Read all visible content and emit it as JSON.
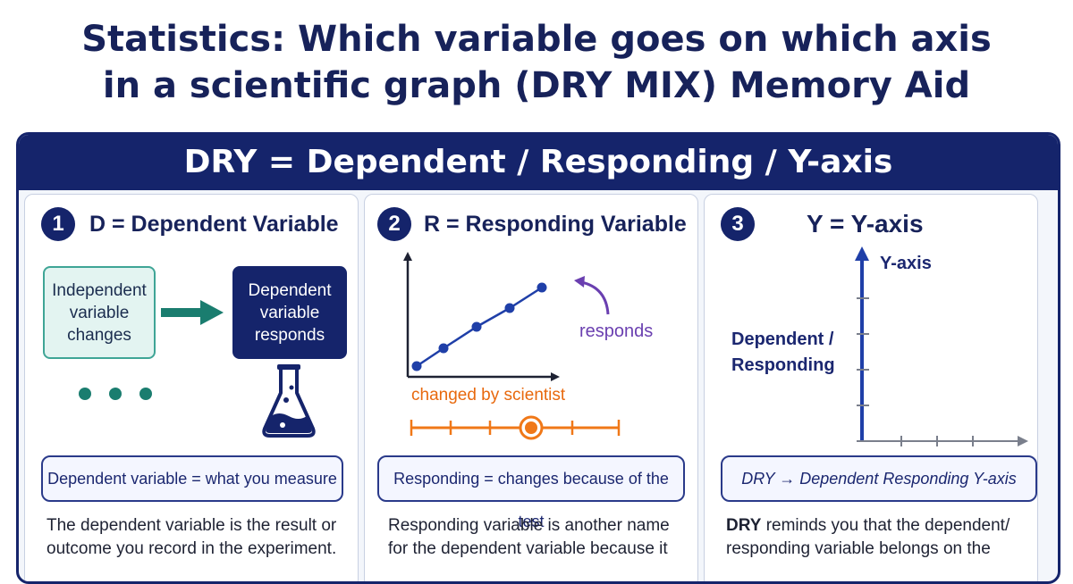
{
  "title": {
    "line1": "Statistics: Which variable goes on which axis",
    "line2": "in a scientific graph (DRY MIX) Memory Aid"
  },
  "banner": "DRY = Dependent / Responding / Y-axis",
  "columns": [
    {
      "number": "1",
      "heading": "D = Dependent Variable",
      "independent_box": "Independent variable changes",
      "dependent_box": "Dependent variable responds",
      "pill": "Dependent variable = what you measure",
      "paragraph": "The dependent variable is the result or outcome you record in the experiment."
    },
    {
      "number": "2",
      "heading": "R = Responding Variable",
      "responds_label": "responds",
      "changed_label": "changed by scientist",
      "pill": "Responding = changes because of the test",
      "paragraph": "Responding variable is another name for the dependent variable because it"
    },
    {
      "number": "3",
      "heading": "Y = Y-axis",
      "yaxis_label": "Y-axis",
      "side_label_1": "Dependent /",
      "side_label_2": "Responding",
      "pill": "DRY → Dependent Responding Y-axis",
      "paragraph_bold": "DRY",
      "paragraph": " reminds you that the dependent/ responding variable belongs on the"
    }
  ],
  "colors": {
    "navy": "#15246b",
    "teal": "#3fa596",
    "orange": "#f07818",
    "purple": "#6a3fb0",
    "blue_line": "#1f3fa8"
  },
  "icons": [
    "arrow-right-icon",
    "flask-icon",
    "dots-icon",
    "curved-arrow-icon",
    "slider-icon"
  ]
}
